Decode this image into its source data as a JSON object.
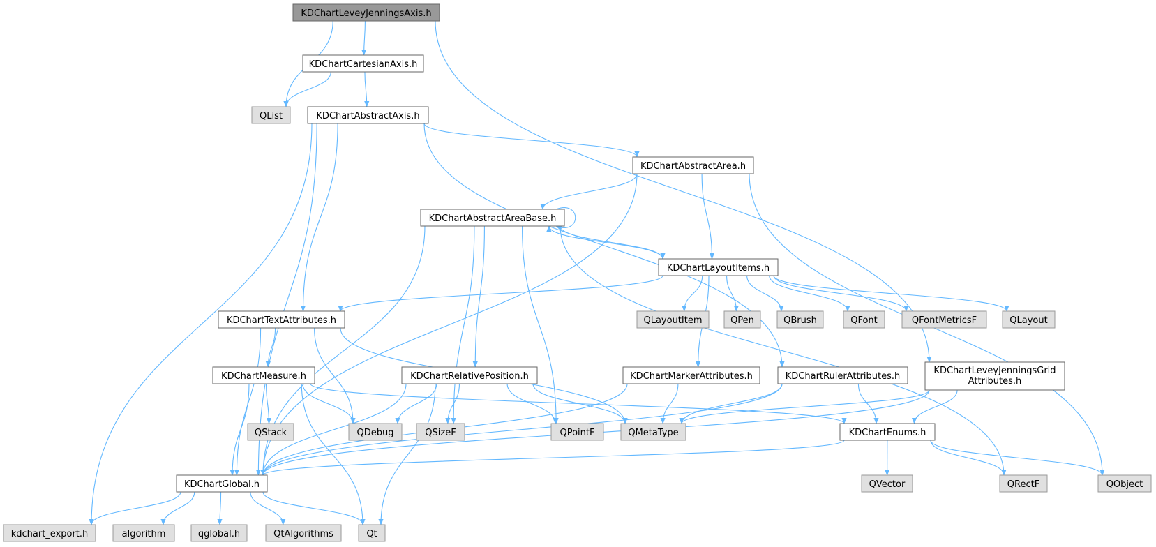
{
  "colors": {
    "edge": "#63b8ff",
    "root_fill": "#999999",
    "root_border": "#666666",
    "header_fill": "#ffffff",
    "header_border": "#666666",
    "external_fill": "#e0e0e0",
    "external_border": "#999999"
  },
  "nodes": [
    {
      "id": "levey_axis",
      "label": "KDChartLeveyJenningsAxis.h",
      "kind": "root"
    },
    {
      "id": "cartesian_axis",
      "label": "KDChartCartesianAxis.h",
      "kind": "header"
    },
    {
      "id": "qlist",
      "label": "QList",
      "kind": "external"
    },
    {
      "id": "abstract_axis",
      "label": "KDChartAbstractAxis.h",
      "kind": "header"
    },
    {
      "id": "abstract_area",
      "label": "KDChartAbstractArea.h",
      "kind": "header"
    },
    {
      "id": "abstract_area_base",
      "label": "KDChartAbstractAreaBase.h",
      "kind": "header"
    },
    {
      "id": "layout_items",
      "label": "KDChartLayoutItems.h",
      "kind": "header"
    },
    {
      "id": "text_attributes",
      "label": "KDChartTextAttributes.h",
      "kind": "header"
    },
    {
      "id": "qlayoutitem",
      "label": "QLayoutItem",
      "kind": "external"
    },
    {
      "id": "qpen",
      "label": "QPen",
      "kind": "external"
    },
    {
      "id": "qbrush",
      "label": "QBrush",
      "kind": "external"
    },
    {
      "id": "qfont",
      "label": "QFont",
      "kind": "external"
    },
    {
      "id": "qfontmetricsf",
      "label": "QFontMetricsF",
      "kind": "external"
    },
    {
      "id": "qlayout",
      "label": "QLayout",
      "kind": "external"
    },
    {
      "id": "measure",
      "label": "KDChartMeasure.h",
      "kind": "header"
    },
    {
      "id": "relative_position",
      "label": "KDChartRelativePosition.h",
      "kind": "header"
    },
    {
      "id": "marker_attributes",
      "label": "KDChartMarkerAttributes.h",
      "kind": "header"
    },
    {
      "id": "ruler_attributes",
      "label": "KDChartRulerAttributes.h",
      "kind": "header"
    },
    {
      "id": "levey_grid",
      "label": "KDChartLeveyJenningsGrid",
      "label2": "Attributes.h",
      "kind": "header"
    },
    {
      "id": "qstack",
      "label": "QStack",
      "kind": "external"
    },
    {
      "id": "qdebug",
      "label": "QDebug",
      "kind": "external"
    },
    {
      "id": "qsizef",
      "label": "QSizeF",
      "kind": "external"
    },
    {
      "id": "qpointf",
      "label": "QPointF",
      "kind": "external"
    },
    {
      "id": "qmetatype",
      "label": "QMetaType",
      "kind": "external"
    },
    {
      "id": "enums",
      "label": "KDChartEnums.h",
      "kind": "header"
    },
    {
      "id": "global",
      "label": "KDChartGlobal.h",
      "kind": "header"
    },
    {
      "id": "qvector",
      "label": "QVector",
      "kind": "external"
    },
    {
      "id": "qrectf",
      "label": "QRectF",
      "kind": "external"
    },
    {
      "id": "qobject",
      "label": "QObject",
      "kind": "external"
    },
    {
      "id": "kdchart_export",
      "label": "kdchart_export.h",
      "kind": "external"
    },
    {
      "id": "algorithm",
      "label": "algorithm",
      "kind": "external"
    },
    {
      "id": "qglobal",
      "label": "qglobal.h",
      "kind": "external"
    },
    {
      "id": "qtalgorithms",
      "label": "QtAlgorithms",
      "kind": "external"
    },
    {
      "id": "qt",
      "label": "Qt",
      "kind": "external"
    }
  ],
  "edges": [
    [
      "levey_axis",
      "cartesian_axis"
    ],
    [
      "levey_axis",
      "qlist"
    ],
    [
      "levey_axis",
      "levey_grid"
    ],
    [
      "cartesian_axis",
      "abstract_axis"
    ],
    [
      "cartesian_axis",
      "qlist"
    ],
    [
      "abstract_axis",
      "abstract_area"
    ],
    [
      "abstract_axis",
      "text_attributes"
    ],
    [
      "abstract_axis",
      "ruler_attributes"
    ],
    [
      "abstract_axis",
      "global"
    ],
    [
      "abstract_axis",
      "kdchart_export"
    ],
    [
      "abstract_area",
      "abstract_area_base"
    ],
    [
      "abstract_area",
      "layout_items"
    ],
    [
      "abstract_area",
      "global"
    ],
    [
      "abstract_area",
      "qobject"
    ],
    [
      "abstract_area_base",
      "abstract_area_base"
    ],
    [
      "abstract_area_base",
      "layout_items"
    ],
    [
      "abstract_area_base",
      "relative_position"
    ],
    [
      "abstract_area_base",
      "global"
    ],
    [
      "abstract_area_base",
      "qsizef"
    ],
    [
      "abstract_area_base",
      "qpointf"
    ],
    [
      "abstract_area_base",
      "qrectf"
    ],
    [
      "layout_items",
      "abstract_area_base"
    ],
    [
      "layout_items",
      "text_attributes"
    ],
    [
      "layout_items",
      "marker_attributes"
    ],
    [
      "layout_items",
      "qlayoutitem"
    ],
    [
      "layout_items",
      "qpen"
    ],
    [
      "layout_items",
      "qbrush"
    ],
    [
      "layout_items",
      "qfont"
    ],
    [
      "layout_items",
      "qfontmetricsf"
    ],
    [
      "layout_items",
      "qlayout"
    ],
    [
      "text_attributes",
      "measure"
    ],
    [
      "text_attributes",
      "global"
    ],
    [
      "text_attributes",
      "qdebug"
    ],
    [
      "text_attributes",
      "qmetatype"
    ],
    [
      "measure",
      "global"
    ],
    [
      "measure",
      "enums"
    ],
    [
      "measure",
      "qstack"
    ],
    [
      "measure",
      "qdebug"
    ],
    [
      "measure",
      "qt"
    ],
    [
      "relative_position",
      "global"
    ],
    [
      "relative_position",
      "qdebug"
    ],
    [
      "relative_position",
      "qsizef"
    ],
    [
      "relative_position",
      "qpointf"
    ],
    [
      "relative_position",
      "qmetatype"
    ],
    [
      "relative_position",
      "qt"
    ],
    [
      "marker_attributes",
      "qmetatype"
    ],
    [
      "marker_attributes",
      "global"
    ],
    [
      "ruler_attributes",
      "qmetatype"
    ],
    [
      "ruler_attributes",
      "enums"
    ],
    [
      "ruler_attributes",
      "global"
    ],
    [
      "levey_grid",
      "qmetatype"
    ],
    [
      "levey_grid",
      "enums"
    ],
    [
      "levey_grid",
      "global"
    ],
    [
      "enums",
      "global"
    ],
    [
      "enums",
      "qvector"
    ],
    [
      "enums",
      "qrectf"
    ],
    [
      "enums",
      "qobject"
    ],
    [
      "global",
      "kdchart_export"
    ],
    [
      "global",
      "algorithm"
    ],
    [
      "global",
      "qglobal"
    ],
    [
      "global",
      "qtalgorithms"
    ],
    [
      "global",
      "qt"
    ]
  ]
}
